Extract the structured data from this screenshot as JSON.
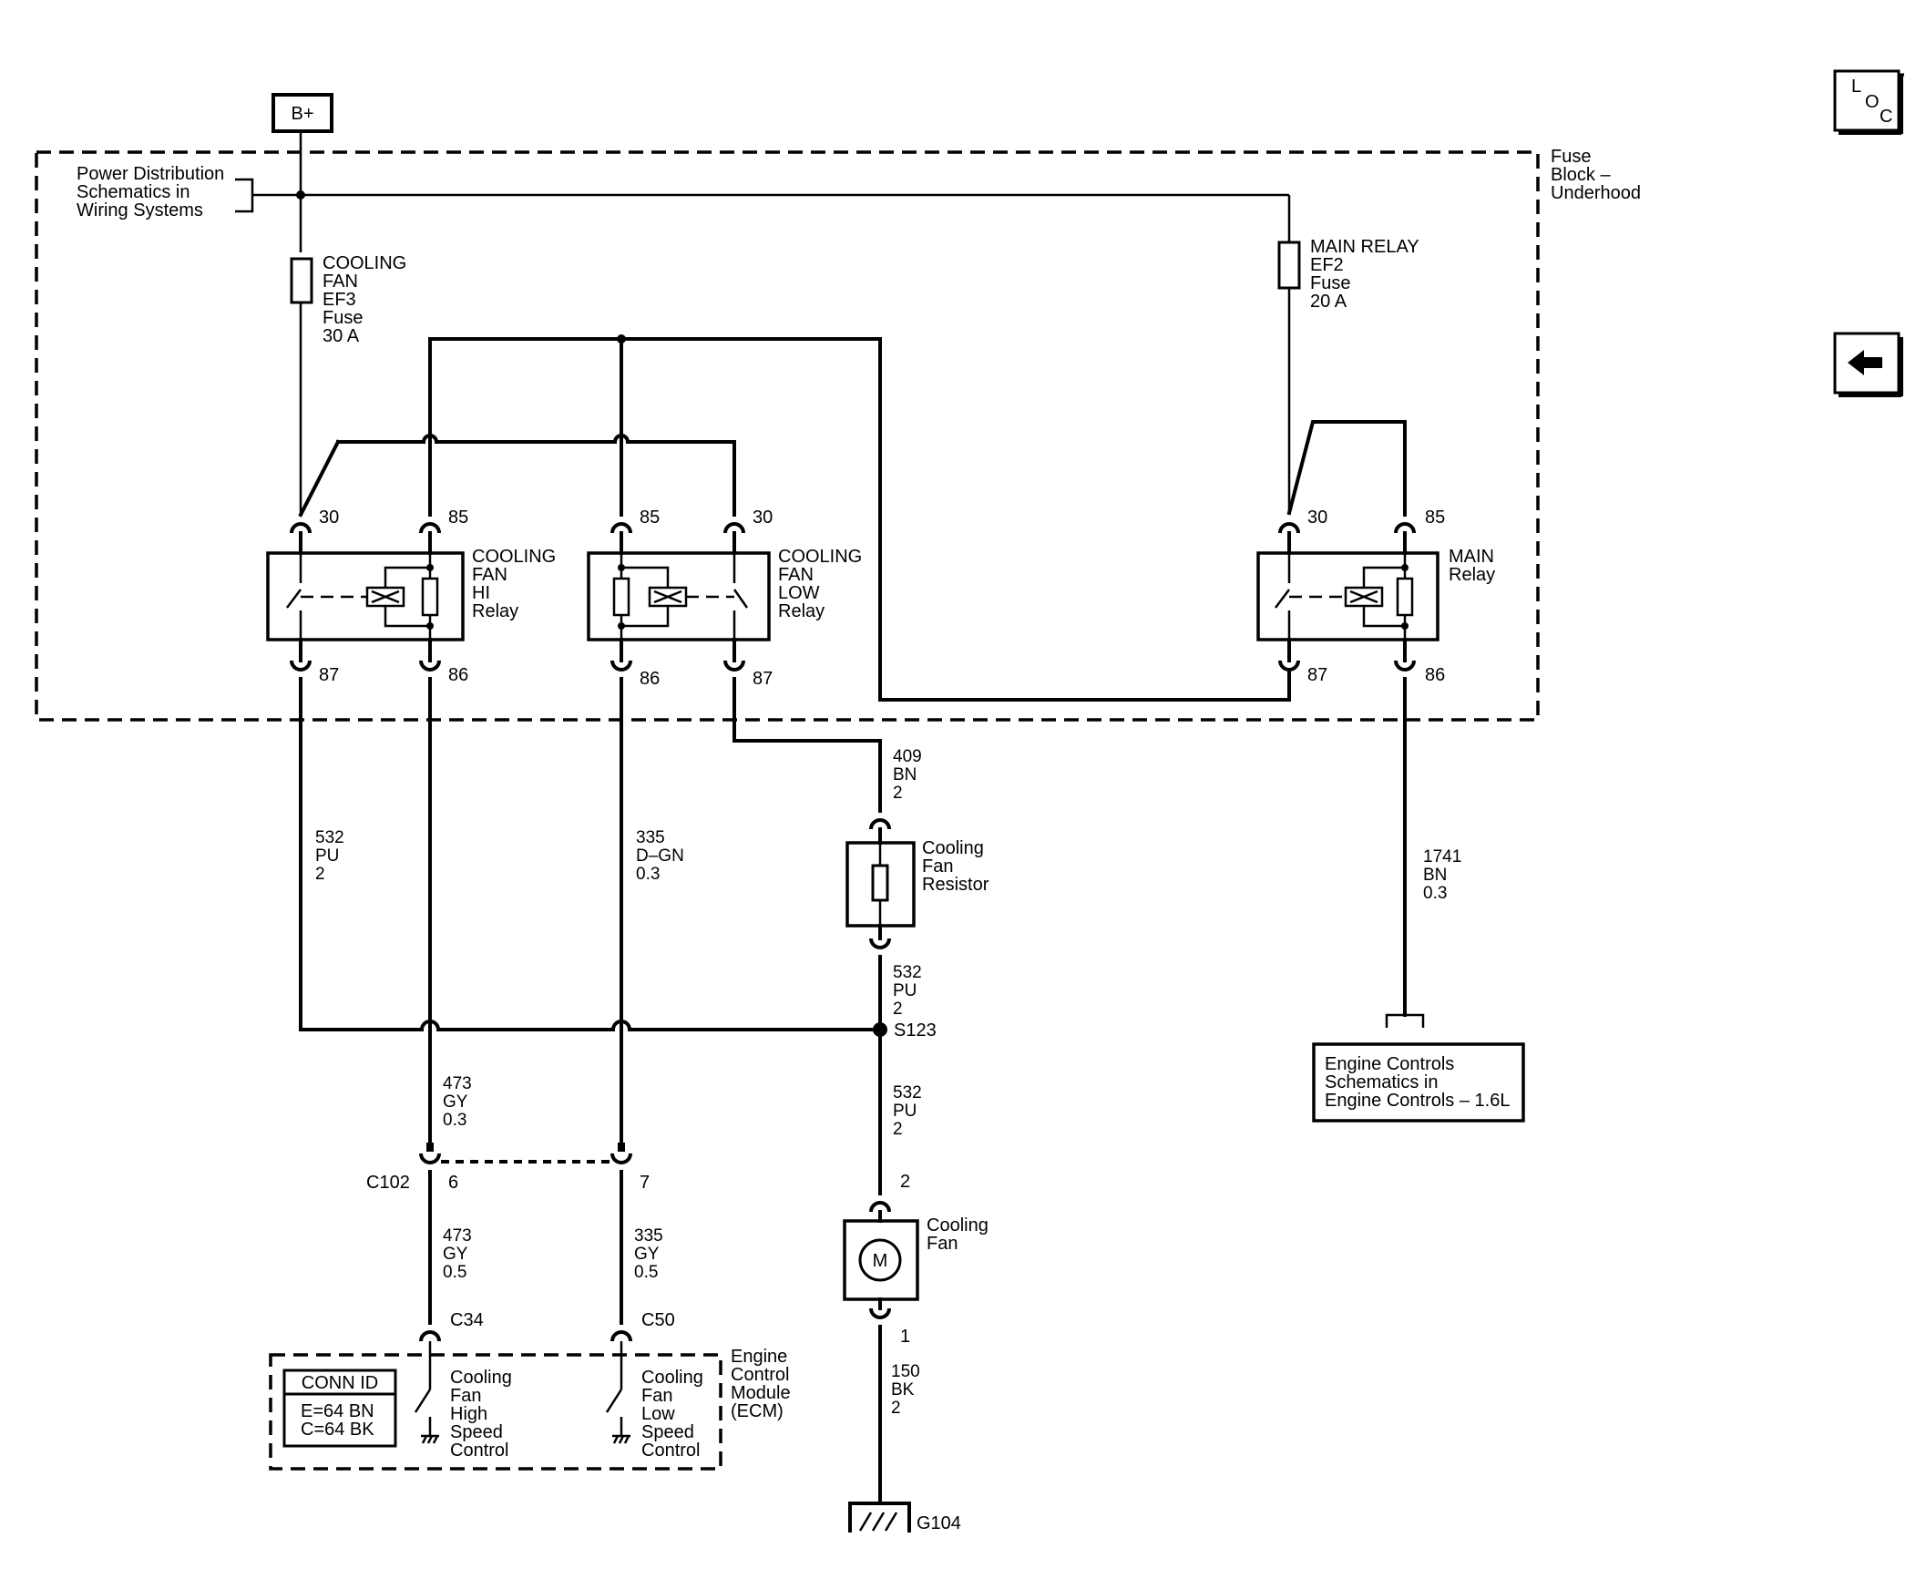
{
  "power": {
    "bplus": "B+",
    "pd_ref": [
      "Power Distribution",
      "Schematics in",
      "Wiring Systems"
    ]
  },
  "fuse_block": [
    "Fuse",
    "Block –",
    "Underhood"
  ],
  "fuses": {
    "ef3": [
      "COOLING",
      "FAN",
      "EF3",
      "Fuse",
      "30 A"
    ],
    "ef2": [
      "MAIN RELAY",
      "EF2",
      "Fuse",
      "20 A"
    ]
  },
  "relays": {
    "hi": {
      "label": [
        "COOLING",
        "FAN",
        "HI",
        "Relay"
      ],
      "pins": [
        "30",
        "85",
        "87",
        "86"
      ]
    },
    "low": {
      "label": [
        "COOLING",
        "FAN",
        "LOW",
        "Relay"
      ],
      "pins": [
        "85",
        "30",
        "86",
        "87"
      ]
    },
    "main": {
      "label": [
        "MAIN",
        "Relay"
      ],
      "pins": [
        "30",
        "85",
        "87",
        "86"
      ]
    }
  },
  "wires": {
    "w532_left": [
      "532",
      "PU",
      "2"
    ],
    "w335_upper": [
      "335",
      "D–GN",
      "0.3"
    ],
    "w409": [
      "409",
      "BN",
      "2"
    ],
    "w532_mid": [
      "532",
      "PU",
      "2"
    ],
    "w532_low": [
      "532",
      "PU",
      "2"
    ],
    "w1741": [
      "1741",
      "BN",
      "0.3"
    ],
    "w473_upper": [
      "473",
      "GY",
      "0.3"
    ],
    "w473_lower": [
      "473",
      "GY",
      "0.5"
    ],
    "w335_lower": [
      "335",
      "GY",
      "0.5"
    ],
    "w150": [
      "150",
      "BK",
      "2"
    ]
  },
  "components": {
    "resistor": [
      "Cooling",
      "Fan",
      "Resistor"
    ],
    "fan": [
      "Cooling",
      "Fan"
    ],
    "fan_symbol": "M",
    "fan_pin_top": "2",
    "fan_pin_bottom": "1",
    "splice": "S123",
    "ground": "G104",
    "engine_controls_ref": [
      "Engine Controls",
      "Schematics in",
      "Engine Controls – 1.6L"
    ]
  },
  "connector_c102": {
    "id": "C102",
    "pin_a": "6",
    "pin_b": "7"
  },
  "ecm": {
    "label": [
      "Engine",
      "Control",
      "Module",
      "(ECM)"
    ],
    "c34": "C34",
    "c50": "C50",
    "high": [
      "Cooling",
      "Fan",
      "High",
      "Speed",
      "Control"
    ],
    "low": [
      "Cooling",
      "Fan",
      "Low",
      "Speed",
      "Control"
    ],
    "conn_id": {
      "title": "CONN ID",
      "rows": [
        "E=64 BN",
        "C=64 BK"
      ]
    }
  },
  "nav": {
    "loc": [
      "L",
      "O",
      "C"
    ],
    "back": "back-arrow-icon"
  }
}
